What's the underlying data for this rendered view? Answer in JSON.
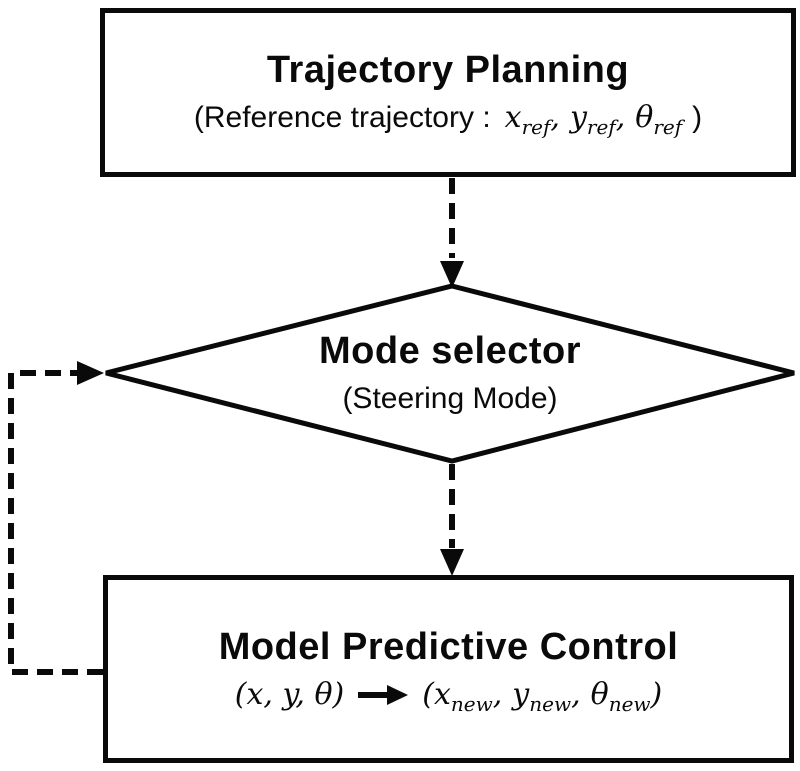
{
  "colors": {
    "ink": "#0a0a0a",
    "background": "#ffffff"
  },
  "nodes": {
    "trajectory_planning": {
      "title": "Trajectory Planning",
      "subtitle_prefix": "(Reference trajectory :",
      "vars": [
        {
          "base": "x",
          "sub": "ref"
        },
        {
          "base": "y",
          "sub": "ref"
        },
        {
          "base": "θ",
          "sub": "ref"
        }
      ],
      "var_separator": ",",
      "subtitle_suffix": ")"
    },
    "mode_selector": {
      "shape": "diamond",
      "title": "Mode selector",
      "subtitle": "(Steering Mode)"
    },
    "model_predictive_control": {
      "title": "Model Predictive Control",
      "formula": {
        "input": "(x, y, θ)",
        "arrow_icon": "maps-to-arrow",
        "open_paren": "(",
        "outputs": [
          {
            "base": "x",
            "sub": "new"
          },
          {
            "base": "y",
            "sub": "new"
          },
          {
            "base": "θ",
            "sub": "new"
          }
        ],
        "separator": ",",
        "close_paren": ")"
      }
    }
  },
  "connectors": [
    {
      "name": "planning-to-selector",
      "from": "Trajectory Planning",
      "to": "Mode selector",
      "style": "dashed-arrow",
      "direction": "down"
    },
    {
      "name": "selector-to-mpc",
      "from": "Mode selector",
      "to": "Model Predictive Control",
      "style": "dashed-arrow",
      "direction": "down"
    },
    {
      "name": "mpc-feedback-to-selector",
      "from": "Model Predictive Control",
      "to": "Mode selector",
      "style": "dashed-arrow",
      "direction": "left-up-right"
    }
  ]
}
